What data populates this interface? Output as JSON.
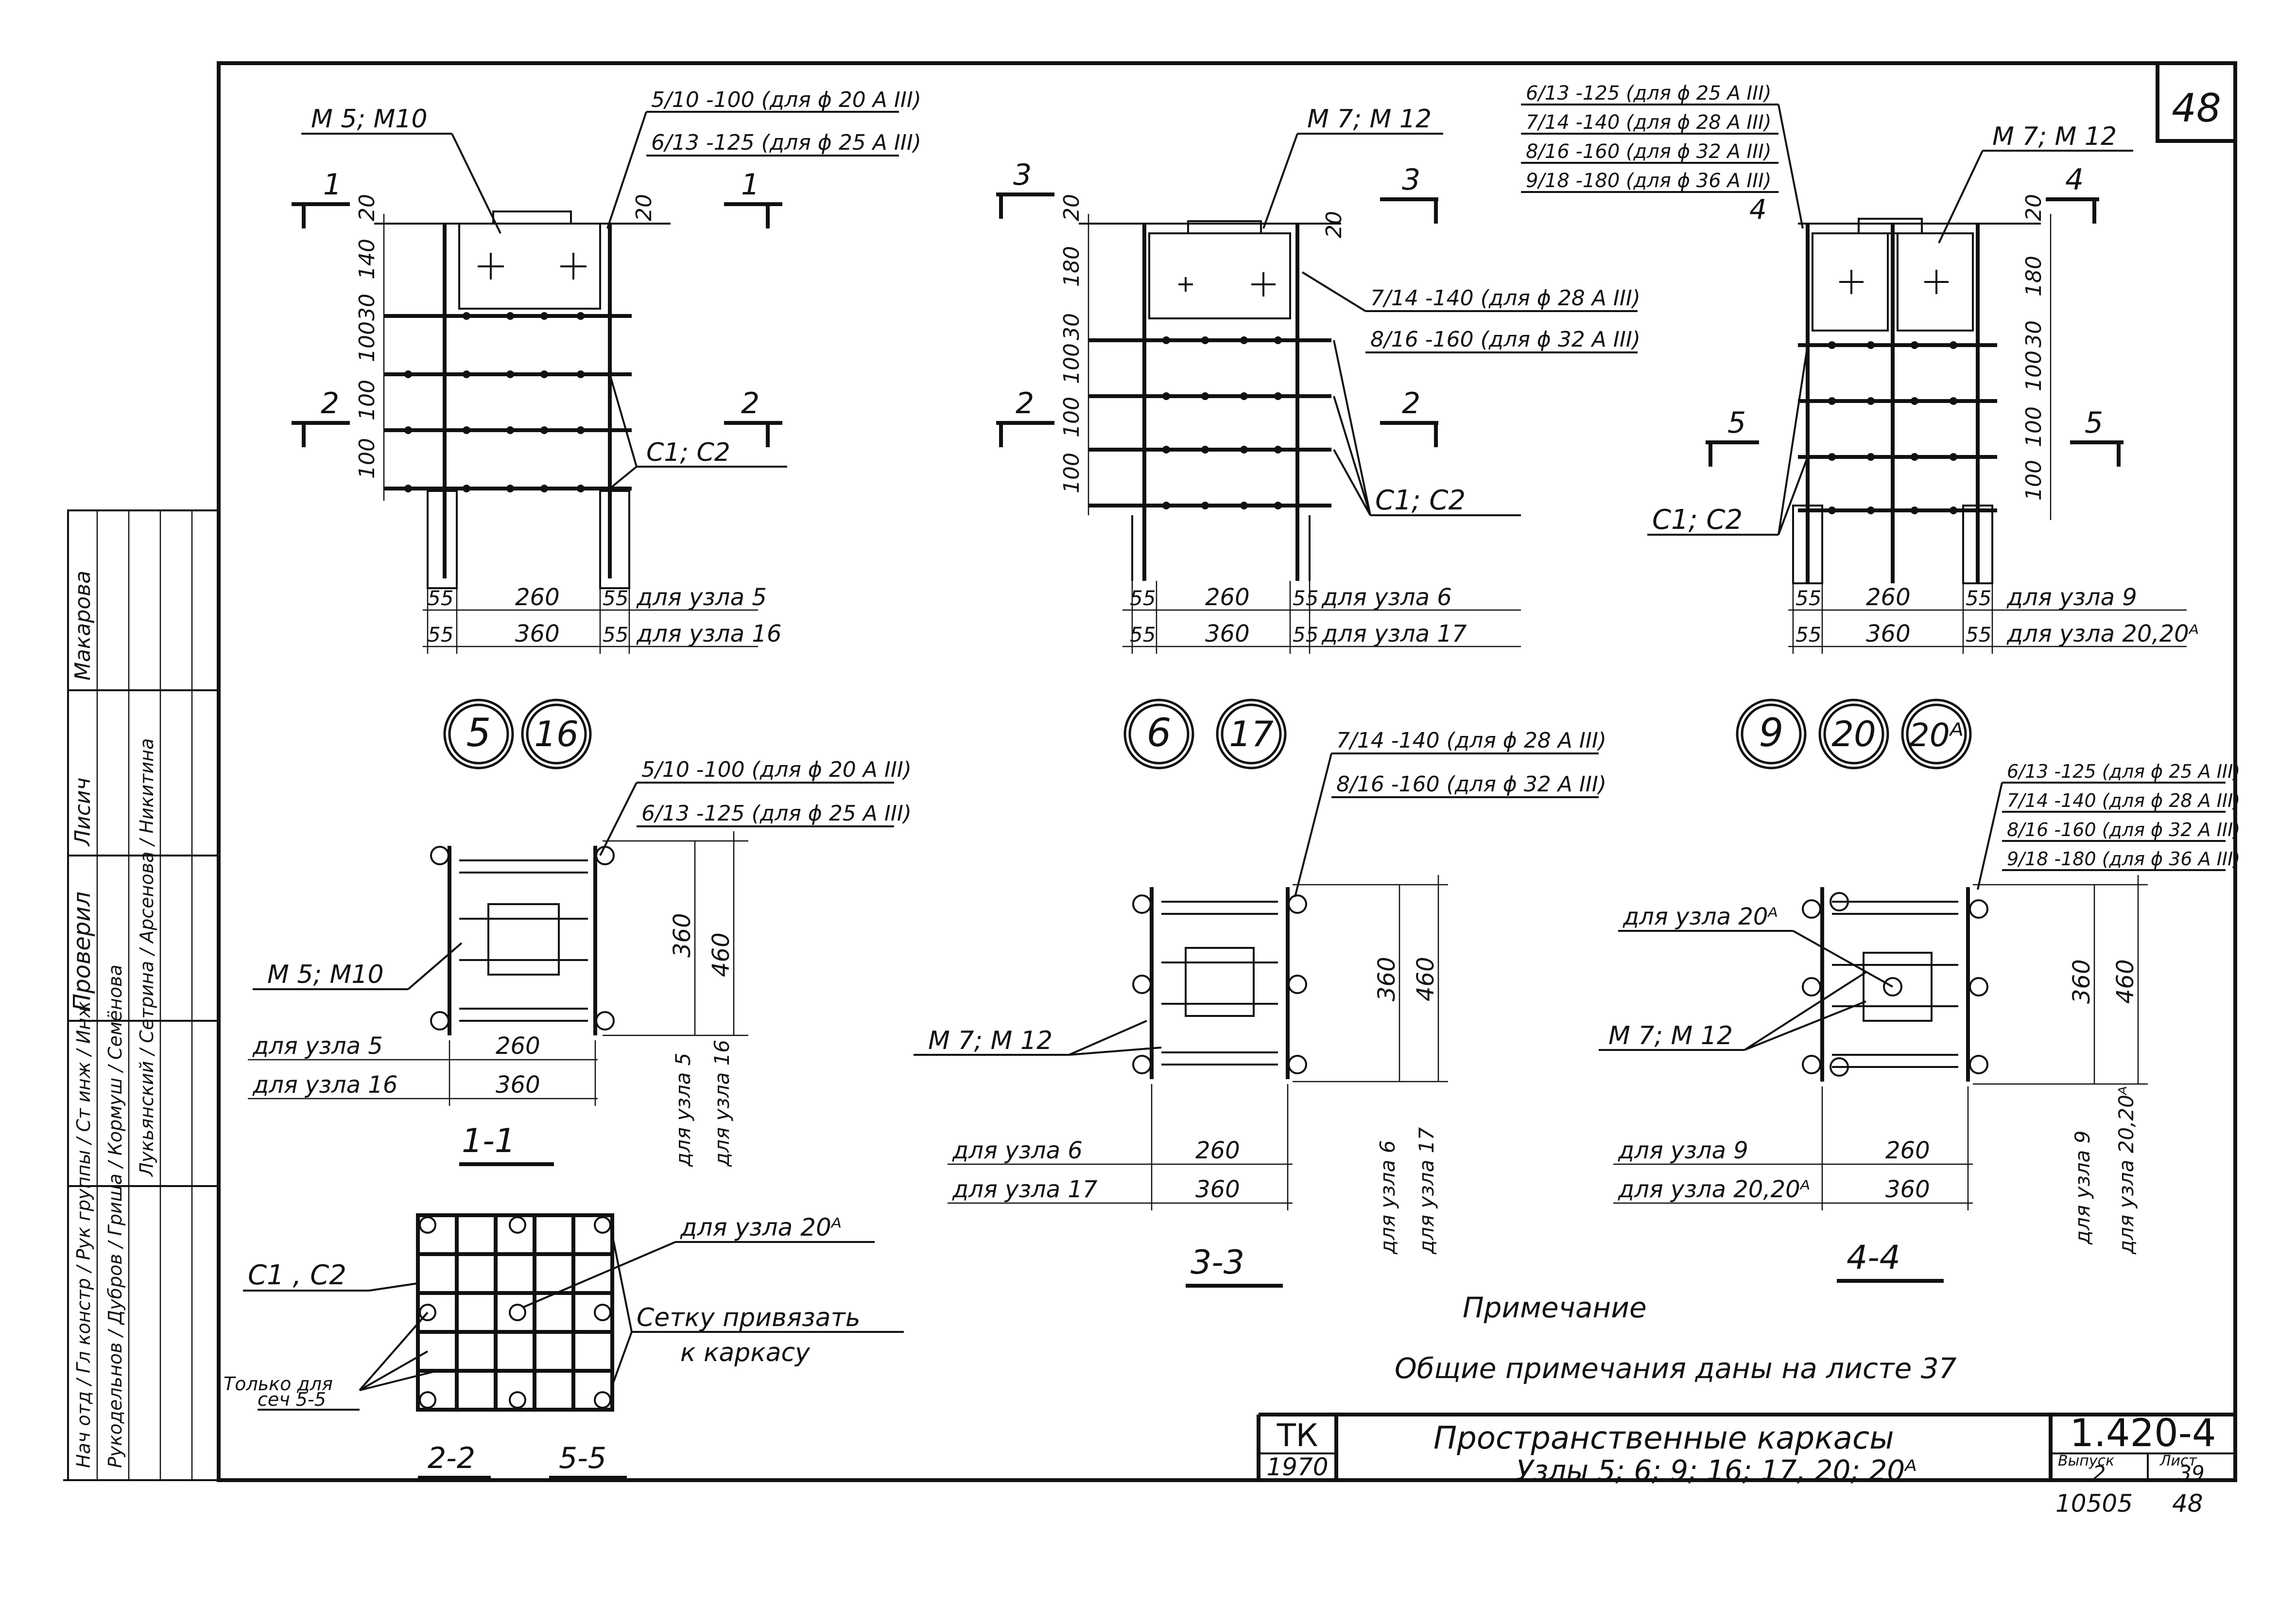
{
  "sheet": {
    "number": "48",
    "footer_number": "10505",
    "footer_sheet": "48"
  },
  "title_block": {
    "org": "ТК",
    "year": "1970",
    "title_line1": "Пространственные каркасы",
    "title_line2": "Узлы 5; 6; 9; 16; 17, 20; 20ᴬ",
    "doc_code": "1.420-4",
    "issue_label": "Выпуск",
    "sheet_label": "Лист",
    "issue_value": "2",
    "sheet_value": "39"
  },
  "note": {
    "heading": "Примечание",
    "text": "Общие примечания даны на листе 37"
  },
  "stamp": {
    "col1": "Нач отд / Гл констр / Рук группы / Ст инж / Инж",
    "col2": "Рукодельнов / Дубров / Гриша / Кормуш / Семёнова",
    "col3": "Лукьянский / Сетрина / Арсенова / Никитина",
    "col4": "Проверил",
    "col5": "Лисич",
    "col6": "Макарова"
  },
  "node_markers": [
    "5",
    "16",
    "6",
    "17",
    "9",
    "20",
    "20ᴬ"
  ],
  "labels": {
    "m5_m10": "М 5; М10",
    "m7_m12": "М 7; М 12",
    "c1_c2": "С1; С2",
    "c1_c2_b": "С1 , С2",
    "plate_5_100": "5/10 -100 (для ϕ 20 А III)",
    "plate_6_125": "6/13 -125 (для ϕ 25 А III)",
    "plate_7_140": "7/14 -140 (для ϕ 28 А III)",
    "plate_8_160": "8/16 -160 (для ϕ 32 А III)",
    "plate_9_180": "9/18 -180 (для ϕ 36 А III)",
    "for_node_5": "для узла 5",
    "for_node_16": "для узла 16",
    "for_node_6": "для узла 6",
    "for_node_17": "для узла 17",
    "for_node_9": "для узла 9",
    "for_node_20": "для узла 20,20ᴬ",
    "for_node_20a": "для узла 20ᴬ",
    "mesh_tie": "Сетку привязать",
    "mesh_tie2": "к каркасу",
    "only_for": "Только для",
    "sec_55": "сеч  5-5"
  },
  "dims": {
    "d55": "55",
    "d260": "260",
    "d360": "360",
    "d460": "460",
    "d20": "20",
    "d140": "140",
    "d180": "180",
    "d30": "30",
    "d100": "100"
  },
  "sections": {
    "s1": "1",
    "s2": "2",
    "s3": "3",
    "s4": "4",
    "s5": "5",
    "s11": "1-1",
    "s22": "2-2",
    "s33": "3-3",
    "s44": "4-4",
    "s55": "5-5"
  }
}
